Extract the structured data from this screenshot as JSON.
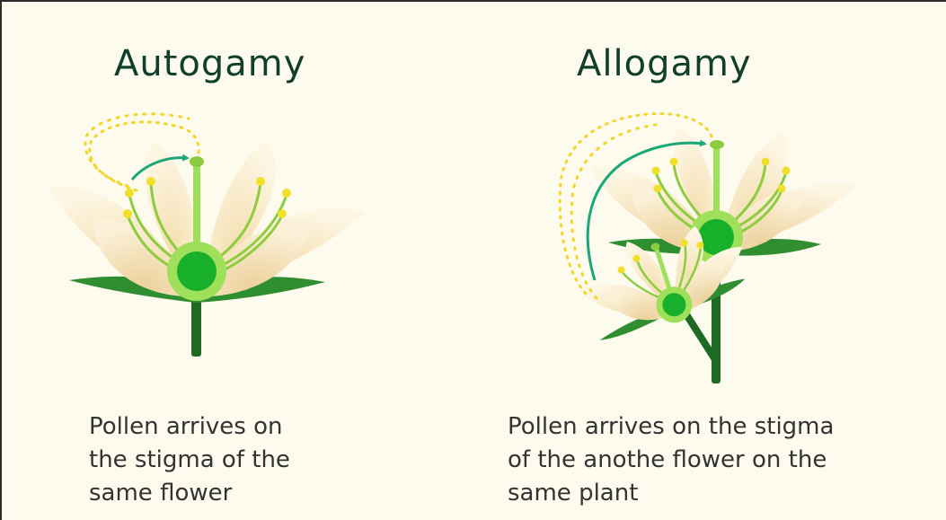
{
  "colors": {
    "background": "#fdfaee",
    "title_text": "#103f2c",
    "caption_text": "#333333",
    "petal_fill": "#f6e8c5",
    "sepal_green": "#3a9a3a",
    "stem_green": "#1e6a24",
    "ovary_outer": "#9fe05a",
    "ovary_inner": "#18b02a",
    "filament": "#8ecc3f",
    "anther": "#f0e02a",
    "pollen": "#f2d72a",
    "arrow": "#1aa878"
  },
  "autogamy": {
    "title": "Autogamy",
    "caption": "Pollen arrives on\nthe stigma of the\nsame flower"
  },
  "allogamy": {
    "title": "Allogamy",
    "caption": "Pollen arrives on the stigma\nof the anothe flower on the\nsame plant"
  }
}
